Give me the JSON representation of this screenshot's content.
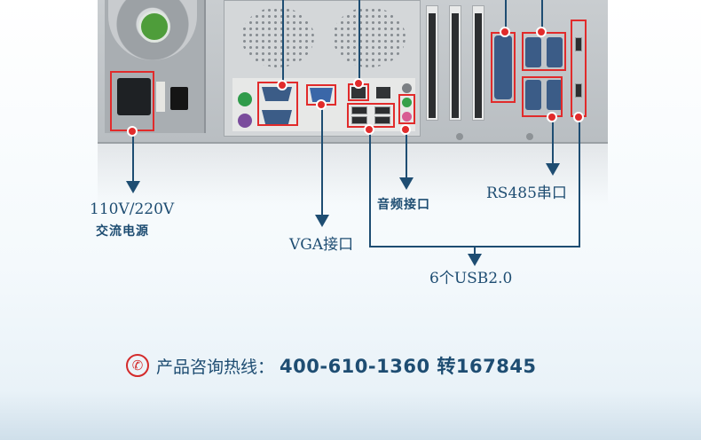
{
  "callouts": {
    "power": {
      "line1": "110V/220V",
      "line2": "交流电源"
    },
    "vga": "VGA接口",
    "audio": "音频接口",
    "rs485": "RS485串口",
    "usb": "6个USB2.0"
  },
  "contact": {
    "label": "产品咨询热线：",
    "number": "400-610-1360 转167845",
    "icon": "phone-icon"
  },
  "colors": {
    "callout_line": "#1e4d72",
    "highlight": "#e12b2b",
    "fan_hub": "#4e9d3a"
  }
}
